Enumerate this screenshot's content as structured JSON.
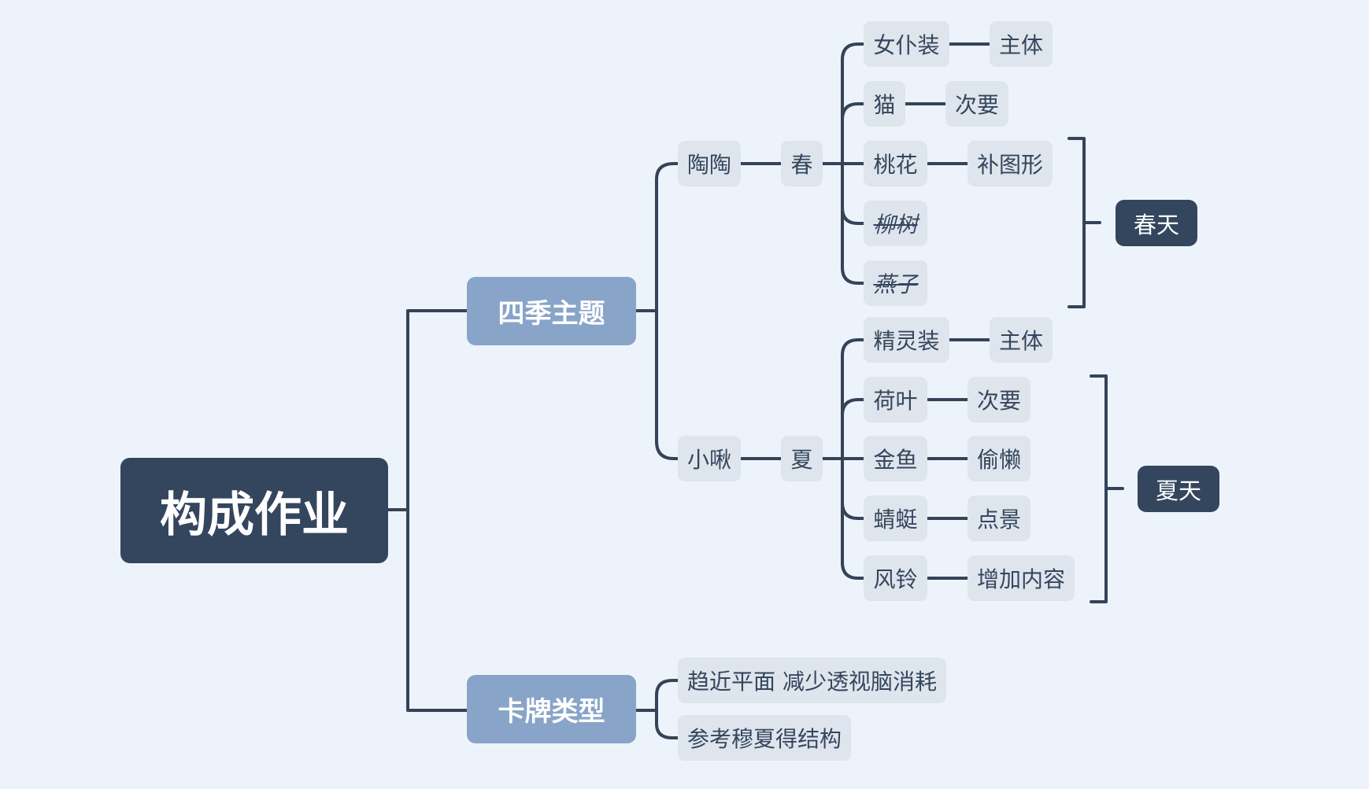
{
  "root": "构成作业",
  "branches": {
    "seasons": {
      "label": "四季主题",
      "spring": {
        "character": "陶陶",
        "season": "春",
        "items": [
          {
            "name": "女仆装",
            "note": "主体"
          },
          {
            "name": "猫",
            "note": "次要"
          },
          {
            "name": "桃花",
            "note": "补图形"
          },
          {
            "name": "柳树",
            "struck": true
          },
          {
            "name": "燕子",
            "struck": true
          }
        ],
        "summary": "春天"
      },
      "summer": {
        "character": "小啾",
        "season": "夏",
        "items": [
          {
            "name": "精灵装",
            "note": "主体"
          },
          {
            "name": "荷叶",
            "note": "次要"
          },
          {
            "name": "金鱼",
            "note": "偷懒"
          },
          {
            "name": "蜻蜓",
            "note": "点景"
          },
          {
            "name": "风铃",
            "note": "增加内容"
          }
        ],
        "summary": "夏天"
      }
    },
    "cards": {
      "label": "卡牌类型",
      "items": [
        "趋近平面 减少透视脑消耗",
        "参考穆夏得结构"
      ]
    }
  },
  "colors": {
    "background": "#ecf3fa",
    "root": "#34465e",
    "main_topic": "#88a4c8",
    "subtopic": "#dfe5ec",
    "line": "#354358"
  }
}
